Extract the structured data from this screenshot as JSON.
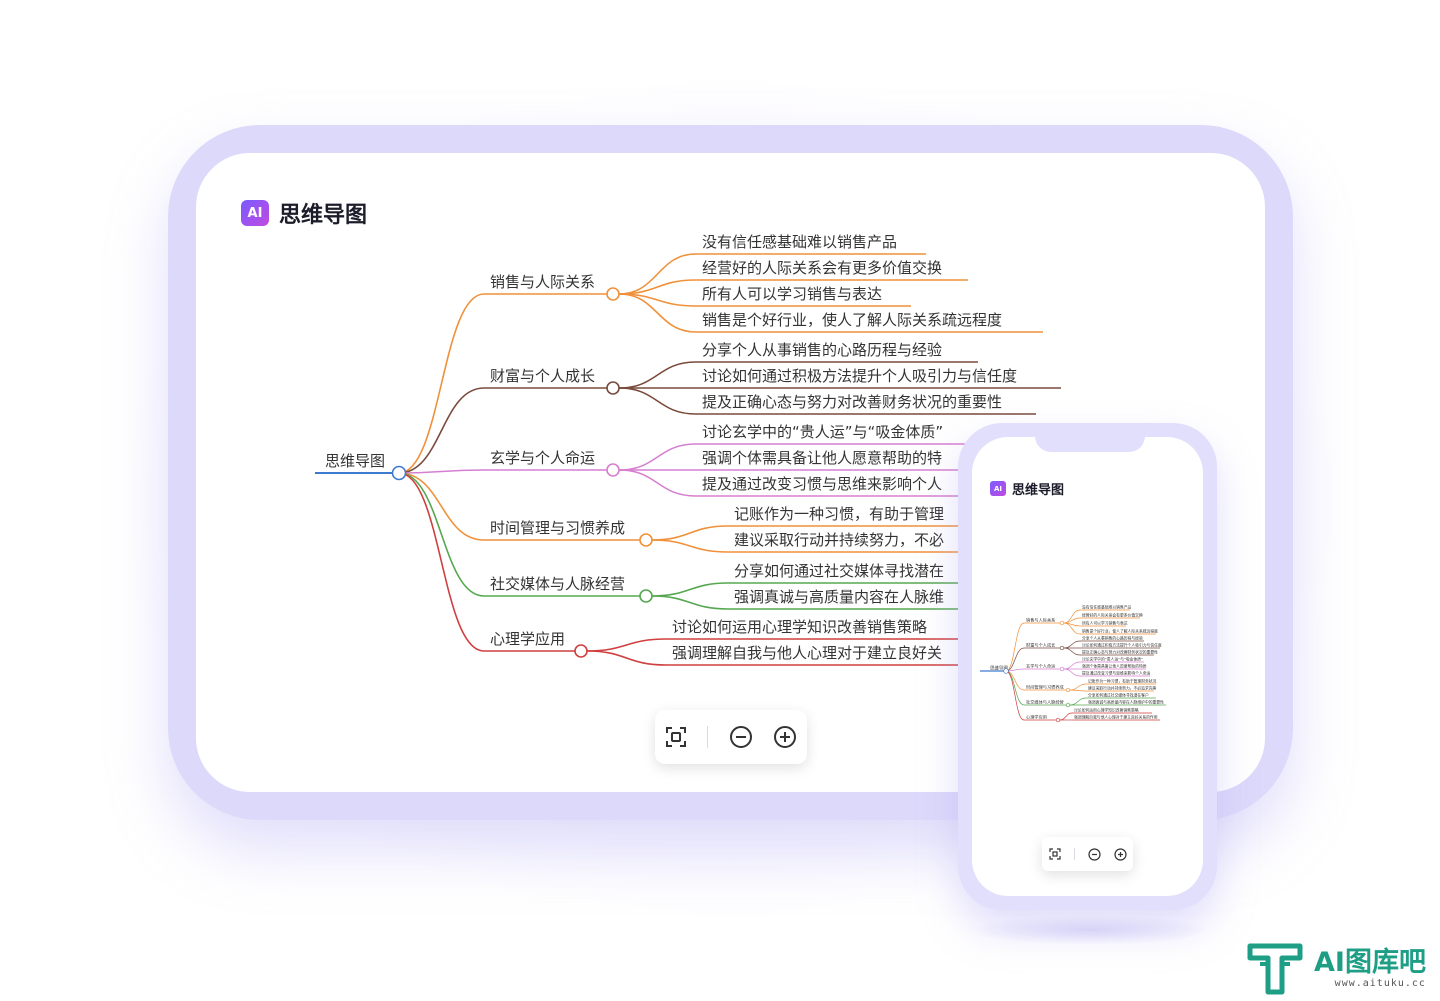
{
  "app": {
    "logo_label": "AI",
    "title": "思维导图"
  },
  "mindmap": {
    "root": "思维导图",
    "branches": [
      {
        "label": "销售与人际关系",
        "color": "#f0913a",
        "children": [
          "没有信任感基础难以销售产品",
          "经营好的人际关系会有更多价值交换",
          "所有人可以学习销售与表达",
          "销售是个好行业，使人了解人际关系疏远程度"
        ]
      },
      {
        "label": "财富与个人成长",
        "color": "#7a4a3c",
        "children": [
          "分享个人从事销售的心路历程与经验",
          "讨论如何通过积极方法提升个人吸引力与信任度",
          "提及正确心态与努力对改善财务状况的重要性"
        ]
      },
      {
        "label": "玄学与个人命运",
        "color": "#d67fd0",
        "children": [
          "讨论玄学中的“贵人运”与“吸金体质”",
          "强调个体需具备让他人愿意帮助的特",
          "提及通过改变习惯与思维来影响个人"
        ]
      },
      {
        "label": "时间管理与习惯养成",
        "color": "#f0913a",
        "children": [
          "记账作为一种习惯，有助于管理",
          "建议采取行动并持续努力，不必"
        ]
      },
      {
        "label": "社交媒体与人脉经营",
        "color": "#56a850",
        "children": [
          "分享如何通过社交媒体寻找潜在",
          "强调真诚与高质量内容在人脉维"
        ]
      },
      {
        "label": "心理学应用",
        "color": "#cf3f3f",
        "children": [
          "讨论如何运用心理学知识改善销售策略",
          "强调理解自我与他人心理对于建立良好关"
        ]
      }
    ]
  },
  "phone_mindmap": {
    "root": "思维导图",
    "branches": [
      {
        "label": "销售与人际关系",
        "color": "#f0913a",
        "children": [
          "没有信任感基础难以销售产品",
          "经营好的人际关系会有更多价值交换",
          "所有人可以学习销售与表达",
          "销售是个好行业，使人了解人际关系疏远程度"
        ]
      },
      {
        "label": "财富与个人成长",
        "color": "#7a4a3c",
        "children": [
          "分享个人从事销售的心路历程与经验",
          "讨论如何通过积极方法提升个人吸引力与信任度",
          "提及正确心态与努力对改善财务状况的重要性"
        ]
      },
      {
        "label": "玄学与个人命运",
        "color": "#d67fd0",
        "children": [
          "讨论玄学中的“贵人运”与“吸金体质”",
          "强调个体需具备让他人愿意帮助的特质",
          "提及通过改变习惯与思维来影响个人命运"
        ]
      },
      {
        "label": "时间管理与习惯养成",
        "color": "#f0913a",
        "children": [
          "记账作为一种习惯，有助于管理财务状况",
          "建议采取行动并持续努力，不必追求完美"
        ]
      },
      {
        "label": "社交媒体与人脉经营",
        "color": "#56a850",
        "children": [
          "分享如何通过社交媒体寻找潜在客户",
          "强调真诚与高质量内容在人脉维护中的重要性"
        ]
      },
      {
        "label": "心理学应用",
        "color": "#cf3f3f",
        "children": [
          "讨论如何运用心理学知识改善销售策略",
          "强调理解自我与他人心理对于建立良好关系的作用"
        ]
      }
    ]
  },
  "colors": {
    "root": "#3d7bd1",
    "accent": "#7a5cff",
    "brand_watermark": "#1f9e86"
  },
  "zoom_controls": [
    {
      "name": "fit-screen-icon",
      "glyph": "⛶"
    },
    {
      "name": "zoom-out-icon",
      "glyph": "−"
    },
    {
      "name": "zoom-in-icon",
      "glyph": "+"
    }
  ],
  "watermark": {
    "main": "AI图库吧",
    "sub": "www.aituku.cc"
  }
}
